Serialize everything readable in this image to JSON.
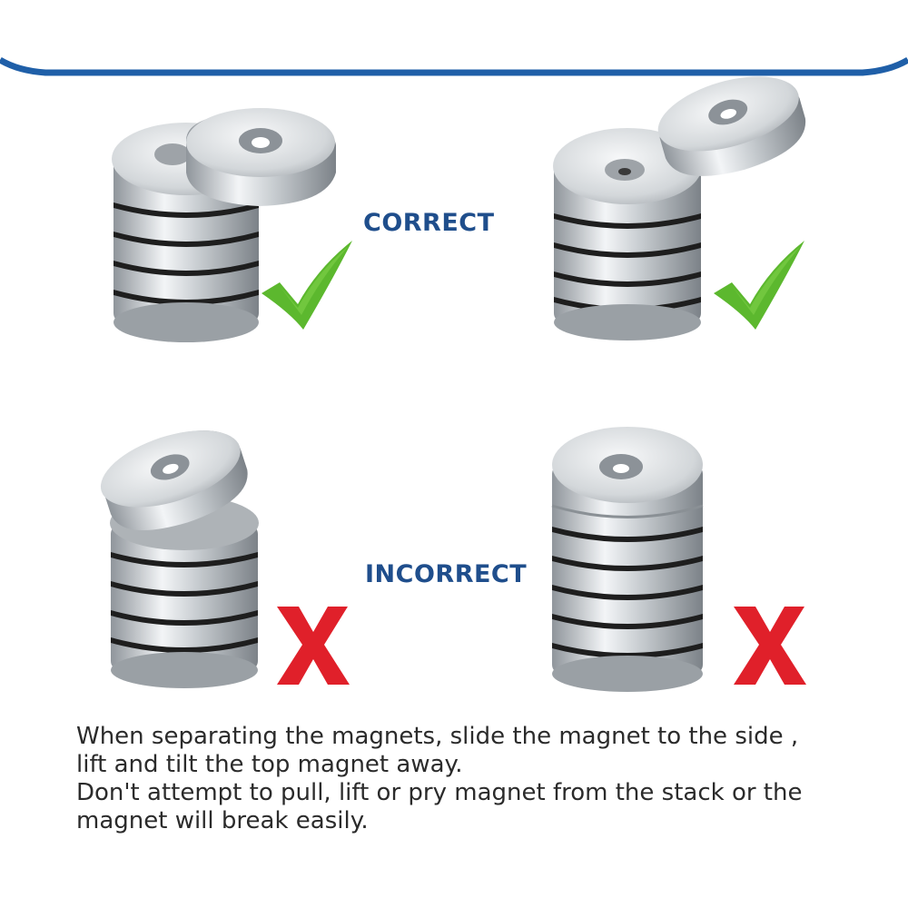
{
  "labels": {
    "correct": "CORRECT",
    "incorrect": "INCORRECT"
  },
  "icons": {
    "correct_mark": "checkmark-icon",
    "incorrect_mark": "x-mark-icon"
  },
  "colors": {
    "header_band": "#1f5fa8",
    "label_text": "#1f4e8c",
    "check_green": "#5cb82e",
    "x_red": "#e0202a",
    "magnet_silver": "#c9cdd1",
    "magnet_gap": "#222222"
  },
  "instructions": {
    "line1": "When separating the magnets, slide the magnet to the side ,",
    "line2": "lift and tilt the top magnet away.",
    "line3": "Don't attempt to pull, lift or pry magnet from the stack or the",
    "line4": "magnet will break easily."
  }
}
